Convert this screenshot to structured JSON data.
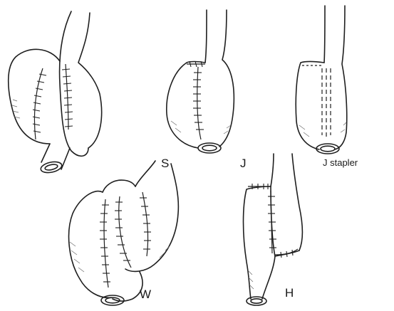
{
  "labels": {
    "s": "S",
    "j": "J",
    "j_stapler": "J stapler",
    "w": "W",
    "h": "H"
  },
  "colors": {
    "ink": "#1f1f1f",
    "background": "#ffffff"
  }
}
